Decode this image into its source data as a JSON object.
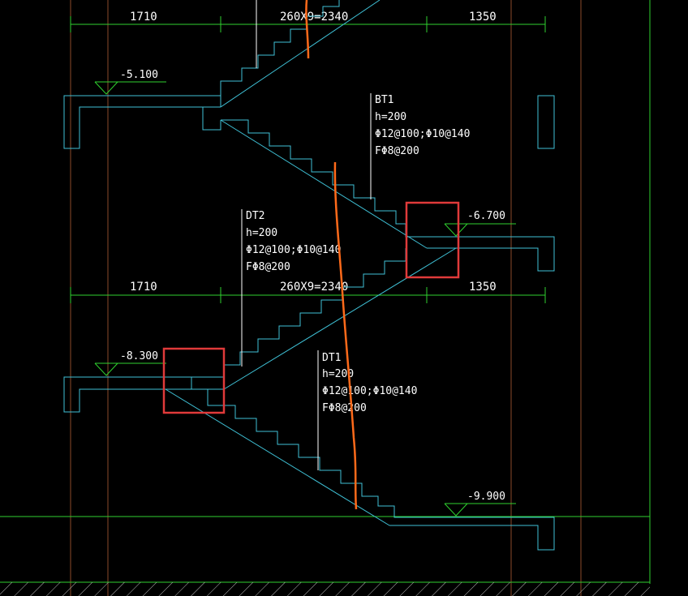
{
  "colors": {
    "background": "#000000",
    "stair_outline": "#3fc1d6",
    "dimension": "#2fd12f",
    "grid_line": "#8b4a2a",
    "highlight_box": "#e03a3a",
    "cut_line": "#ff6a1a",
    "text": "#ffffff"
  },
  "dimensions": {
    "upper": {
      "left": "1710",
      "middle": "260X9=2340",
      "right": "1350"
    },
    "lower": {
      "left": "1710",
      "middle": "260X9=2340",
      "right": "1350"
    }
  },
  "levels": {
    "l1": "-5.100",
    "l2": "-6.700",
    "l3": "-8.300",
    "l4": "-9.900"
  },
  "notes": {
    "bt1": {
      "name": "BT1",
      "h": "h=200",
      "rebar": "Φ12@100;Φ10@140",
      "dist": "FΦ8@200"
    },
    "dt2": {
      "name": "DT2",
      "h": "h=200",
      "rebar": "Φ12@100;Φ10@140",
      "dist": "FΦ8@200"
    },
    "dt1": {
      "name": "DT1",
      "h": "h=200",
      "rebar": "Φ12@100;Φ10@140",
      "dist": "FΦ8@200"
    }
  }
}
